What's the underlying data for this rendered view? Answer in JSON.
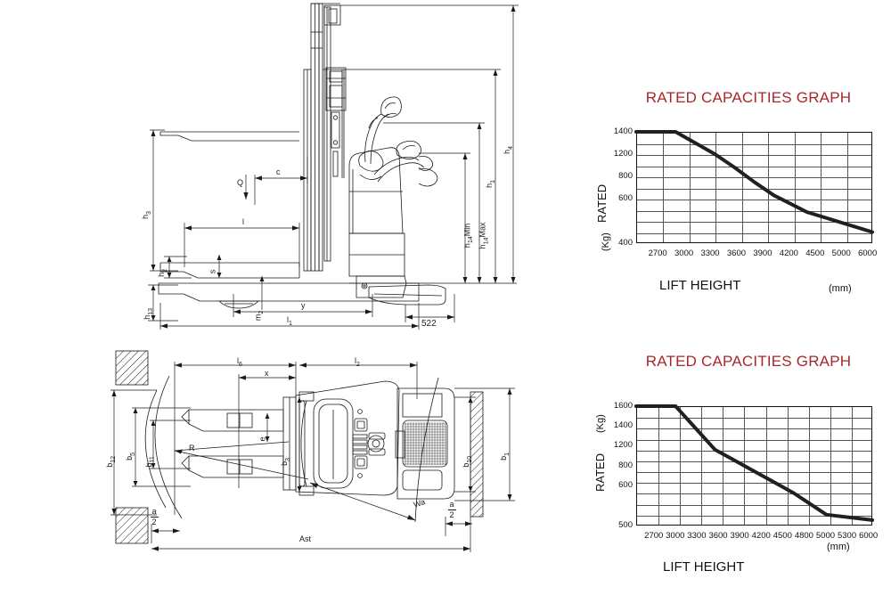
{
  "drawing": {
    "title": "forklift-stacker-dimension-drawing",
    "side_view_labels": [
      {
        "id": "h3",
        "text": "h3"
      },
      {
        "id": "h2",
        "text": "h2"
      },
      {
        "id": "h13",
        "text": "h13"
      },
      {
        "id": "Q",
        "text": "Q"
      },
      {
        "id": "c",
        "text": "c"
      },
      {
        "id": "l",
        "text": "l"
      },
      {
        "id": "s",
        "text": "s"
      },
      {
        "id": "m2",
        "text": "m2"
      },
      {
        "id": "y",
        "text": "y"
      },
      {
        "id": "l1",
        "text": "l1"
      },
      {
        "id": "h14Min",
        "text": "h14Min"
      },
      {
        "id": "h14Max",
        "text": "h14Max"
      },
      {
        "id": "h1",
        "text": "h1"
      },
      {
        "id": "h4",
        "text": "h4"
      },
      {
        "id": "522",
        "text": "522"
      }
    ],
    "plan_view_labels": [
      {
        "id": "l6",
        "text": "l6"
      },
      {
        "id": "x",
        "text": "x"
      },
      {
        "id": "l2",
        "text": "l2"
      },
      {
        "id": "b12",
        "text": "b12"
      },
      {
        "id": "b5",
        "text": "b5"
      },
      {
        "id": "b11",
        "text": "b11"
      },
      {
        "id": "R",
        "text": "R"
      },
      {
        "id": "e",
        "text": "e"
      },
      {
        "id": "b3",
        "text": "b3"
      },
      {
        "id": "b10",
        "text": "b10"
      },
      {
        "id": "b1",
        "text": "b1"
      },
      {
        "id": "Wa",
        "text": "Wa"
      },
      {
        "id": "Ast",
        "text": "Ast"
      },
      {
        "id": "a_over_2_left",
        "num": "a",
        "den": "2"
      },
      {
        "id": "a_over_2_right",
        "num": "a",
        "den": "2"
      }
    ]
  },
  "charts": {
    "title_color": "#a8282a",
    "line_color": "#231f20",
    "grid_color": "#555555",
    "frame_color": "#111111"
  },
  "chart_data": [
    {
      "id": "rated-capacities-graph-top",
      "type": "line",
      "title": "RATED CAPACITIES GRAPH",
      "xlabel": "LIFT HEIGHT",
      "ylabel": "RATED",
      "y_unit": "(Kg)",
      "x_unit": "(mm)",
      "x_tick_labels": [
        "2700",
        "3000",
        "3300",
        "3600",
        "3900",
        "4200",
        "4500",
        "5000",
        "6000"
      ],
      "y_tick_labels": [
        "1400",
        "1200",
        "800",
        "600",
        "400"
      ],
      "ylim": [
        400,
        1400
      ],
      "xlim": [
        2400,
        6000
      ],
      "grid": true,
      "grid_rows": 10,
      "grid_cols": 9,
      "legend": "none",
      "x": [
        2400,
        3000,
        6000
      ],
      "values": [
        1400,
        1400,
        500
      ],
      "series": [
        {
          "name": "Rated capacity",
          "points": [
            {
              "x": 2400,
              "y": 1400
            },
            {
              "x": 3000,
              "y": 1400
            },
            {
              "x": 3300,
              "y": 1300
            },
            {
              "x": 3600,
              "y": 1200
            },
            {
              "x": 3900,
              "y": 1080
            },
            {
              "x": 4200,
              "y": 950
            },
            {
              "x": 4500,
              "y": 830
            },
            {
              "x": 5000,
              "y": 680
            },
            {
              "x": 6000,
              "y": 500
            }
          ]
        }
      ]
    },
    {
      "id": "rated-capacities-graph-bottom",
      "type": "line",
      "title": "RATED CAPACITIES GRAPH",
      "xlabel": "LIFT HEIGHT",
      "ylabel": "RATED",
      "y_unit": "(Kg)",
      "x_unit": "(mm)",
      "x_tick_labels": [
        "2700",
        "3000",
        "3300",
        "3600",
        "3900",
        "4200",
        "4500",
        "4800",
        "5000",
        "5300",
        "6000"
      ],
      "y_tick_labels": [
        "1600",
        "1400",
        "1200",
        "800",
        "600",
        "500"
      ],
      "ylim": [
        500,
        1600
      ],
      "xlim": [
        2400,
        6000
      ],
      "grid": true,
      "grid_rows": 11,
      "grid_cols": 11,
      "legend": "none",
      "x": [
        2400,
        3000,
        3600,
        5300,
        6000
      ],
      "values": [
        1600,
        1600,
        1200,
        600,
        550
      ],
      "series": [
        {
          "name": "Rated capacity",
          "points": [
            {
              "x": 2400,
              "y": 1600
            },
            {
              "x": 3000,
              "y": 1600
            },
            {
              "x": 3300,
              "y": 1400
            },
            {
              "x": 3600,
              "y": 1200
            },
            {
              "x": 3900,
              "y": 1100
            },
            {
              "x": 4200,
              "y": 1000
            },
            {
              "x": 4500,
              "y": 900
            },
            {
              "x": 4800,
              "y": 800
            },
            {
              "x": 5000,
              "y": 720
            },
            {
              "x": 5300,
              "y": 600
            },
            {
              "x": 6000,
              "y": 550
            }
          ]
        }
      ]
    }
  ]
}
